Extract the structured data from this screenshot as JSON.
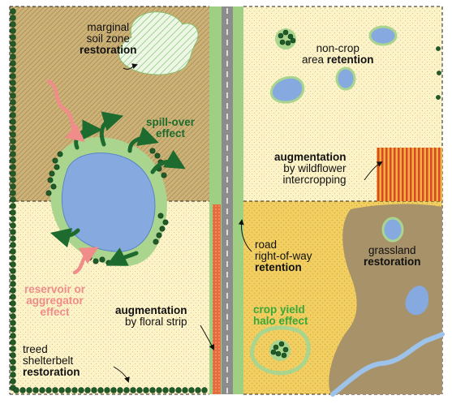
{
  "labels": {
    "marginal": {
      "line1": "marginal",
      "line2": "soil zone",
      "bold": "restoration"
    },
    "noncrop": {
      "line1": "non-crop",
      "plain": "area",
      "bold": "retention"
    },
    "spillover": {
      "line1": "spill-over",
      "line2": "effect"
    },
    "wildflower": {
      "bold": "augmentation",
      "line2": "by wildflower",
      "line3": "intercropping"
    },
    "road": {
      "line1": "road",
      "line2": "right-of-way",
      "bold": "retention"
    },
    "grassland": {
      "line1": "grassland",
      "bold": "restoration"
    },
    "reservoir": {
      "line1": "reservoir or",
      "line2": "aggregator",
      "line3": "effect"
    },
    "floral": {
      "bold": "augmentation",
      "line2": "by floral strip"
    },
    "halo": {
      "line1": "crop yield",
      "line2": "halo effect"
    },
    "shelterbelt": {
      "line1": "treed",
      "line2": "shelterbelt",
      "bold": "restoration"
    }
  },
  "colors": {
    "field_cream": "#fdf3c9",
    "field_tan": "#ccb277",
    "field_yellow": "#f1cf62",
    "grassland_brown": "#a8926a",
    "water": "#86a9e0",
    "halo_green": "#a9d58e",
    "tree_green": "#1f5c2a",
    "road_gray": "#8c8c8c",
    "verge_green": "#9fcf82",
    "floral_orange": "#e56b3c",
    "reservoir_pink": "#f08c8a",
    "spillover_green": "#1d6b2e",
    "halo_text_green": "#38a83a",
    "stream_blue": "#9ec3ea"
  }
}
